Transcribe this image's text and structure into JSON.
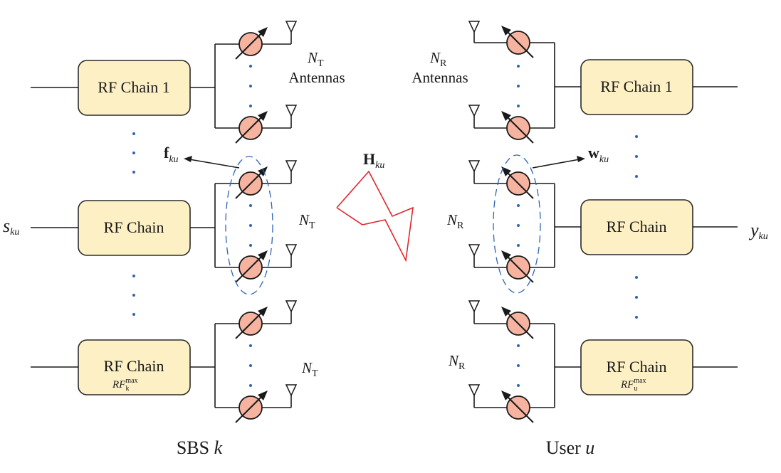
{
  "left": {
    "chains": [
      {
        "label": "RF Chain 1",
        "sub": "",
        "sub_sup": "",
        "sub_idx": ""
      },
      {
        "label": "RF Chain",
        "sub": "",
        "sub_sup": "",
        "sub_idx": ""
      },
      {
        "label": "RF Chain",
        "sub": "RF",
        "sub_sup": "max",
        "sub_idx": "k"
      }
    ],
    "antenna_labels": [
      {
        "n": "N",
        "sub": "T",
        "text": "Antennas"
      },
      {
        "n": "N",
        "sub": "T",
        "text": ""
      },
      {
        "n": "N",
        "sub": "T",
        "text": ""
      }
    ],
    "input": {
      "main": "s",
      "sub": "ku"
    },
    "vector": {
      "main": "f",
      "sub": "ku"
    },
    "title": {
      "text": "SBS ",
      "var": "k"
    }
  },
  "right": {
    "chains": [
      {
        "label": "RF Chain 1",
        "sub": "",
        "sub_sup": "",
        "sub_idx": ""
      },
      {
        "label": "RF Chain",
        "sub": "",
        "sub_sup": "",
        "sub_idx": ""
      },
      {
        "label": "RF Chain",
        "sub": "RF",
        "sub_sup": "max",
        "sub_idx": "u"
      }
    ],
    "antenna_labels": [
      {
        "n": "N",
        "sub": "R",
        "text": "Antennas"
      },
      {
        "n": "N",
        "sub": "R",
        "text": ""
      },
      {
        "n": "N",
        "sub": "R",
        "text": ""
      }
    ],
    "output": {
      "main": "y",
      "sub": "ku"
    },
    "vector": {
      "main": "w",
      "sub": "ku"
    },
    "title": {
      "text": "User ",
      "var": "u"
    }
  },
  "channel": {
    "main": "H",
    "sub": "ku"
  },
  "colors": {
    "rf_fill": "#fdf0c4",
    "shifter_fill": "#f6b4a0",
    "dots": "#2f63b5",
    "channel": "#e0262b"
  },
  "icons": [
    "phase-shifter-icon",
    "antenna-icon"
  ]
}
